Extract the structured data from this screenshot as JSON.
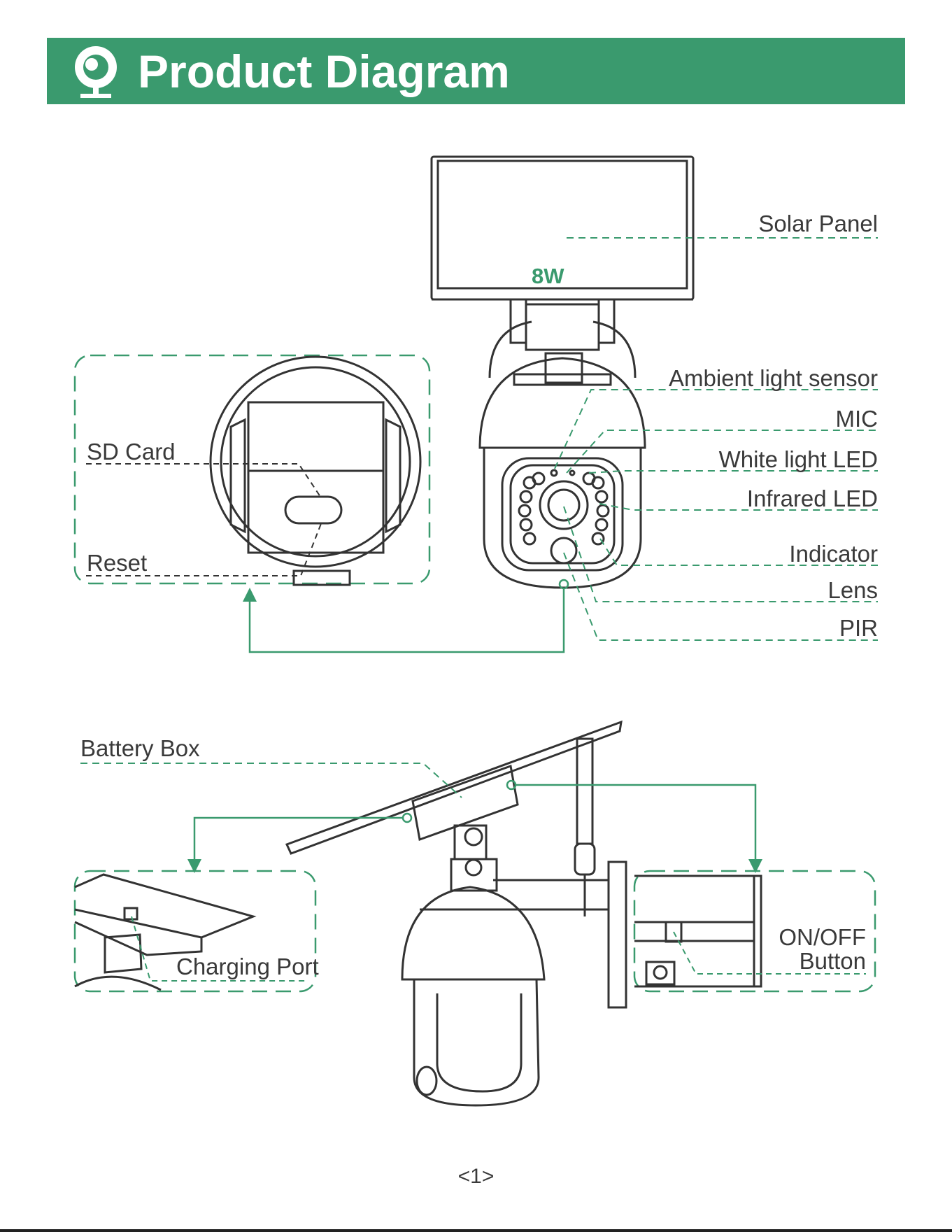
{
  "header": {
    "title": "Product Diagram",
    "icon": "camera-icon",
    "background_color": "#3a9a6e"
  },
  "colors": {
    "accent": "#3a9a6e",
    "line": "#3a3a3a"
  },
  "top_view": {
    "panel_wattage": "8W",
    "labels": {
      "solar_panel": "Solar Panel",
      "ambient_light_sensor": "Ambient light sensor",
      "mic": "MIC",
      "white_light_led": "White light LED",
      "infrared_led": "Infrared LED",
      "indicator": "Indicator",
      "lens": "Lens",
      "pir": "PIR"
    },
    "inset_labels": {
      "sd_card": "SD Card",
      "reset": "Reset"
    }
  },
  "bottom_view": {
    "labels": {
      "battery_box": "Battery Box",
      "charging_port": "Charging Port",
      "on_off_line1": "ON/OFF",
      "on_off_line2": "Button"
    }
  },
  "footer": {
    "page_number": "<1>"
  }
}
